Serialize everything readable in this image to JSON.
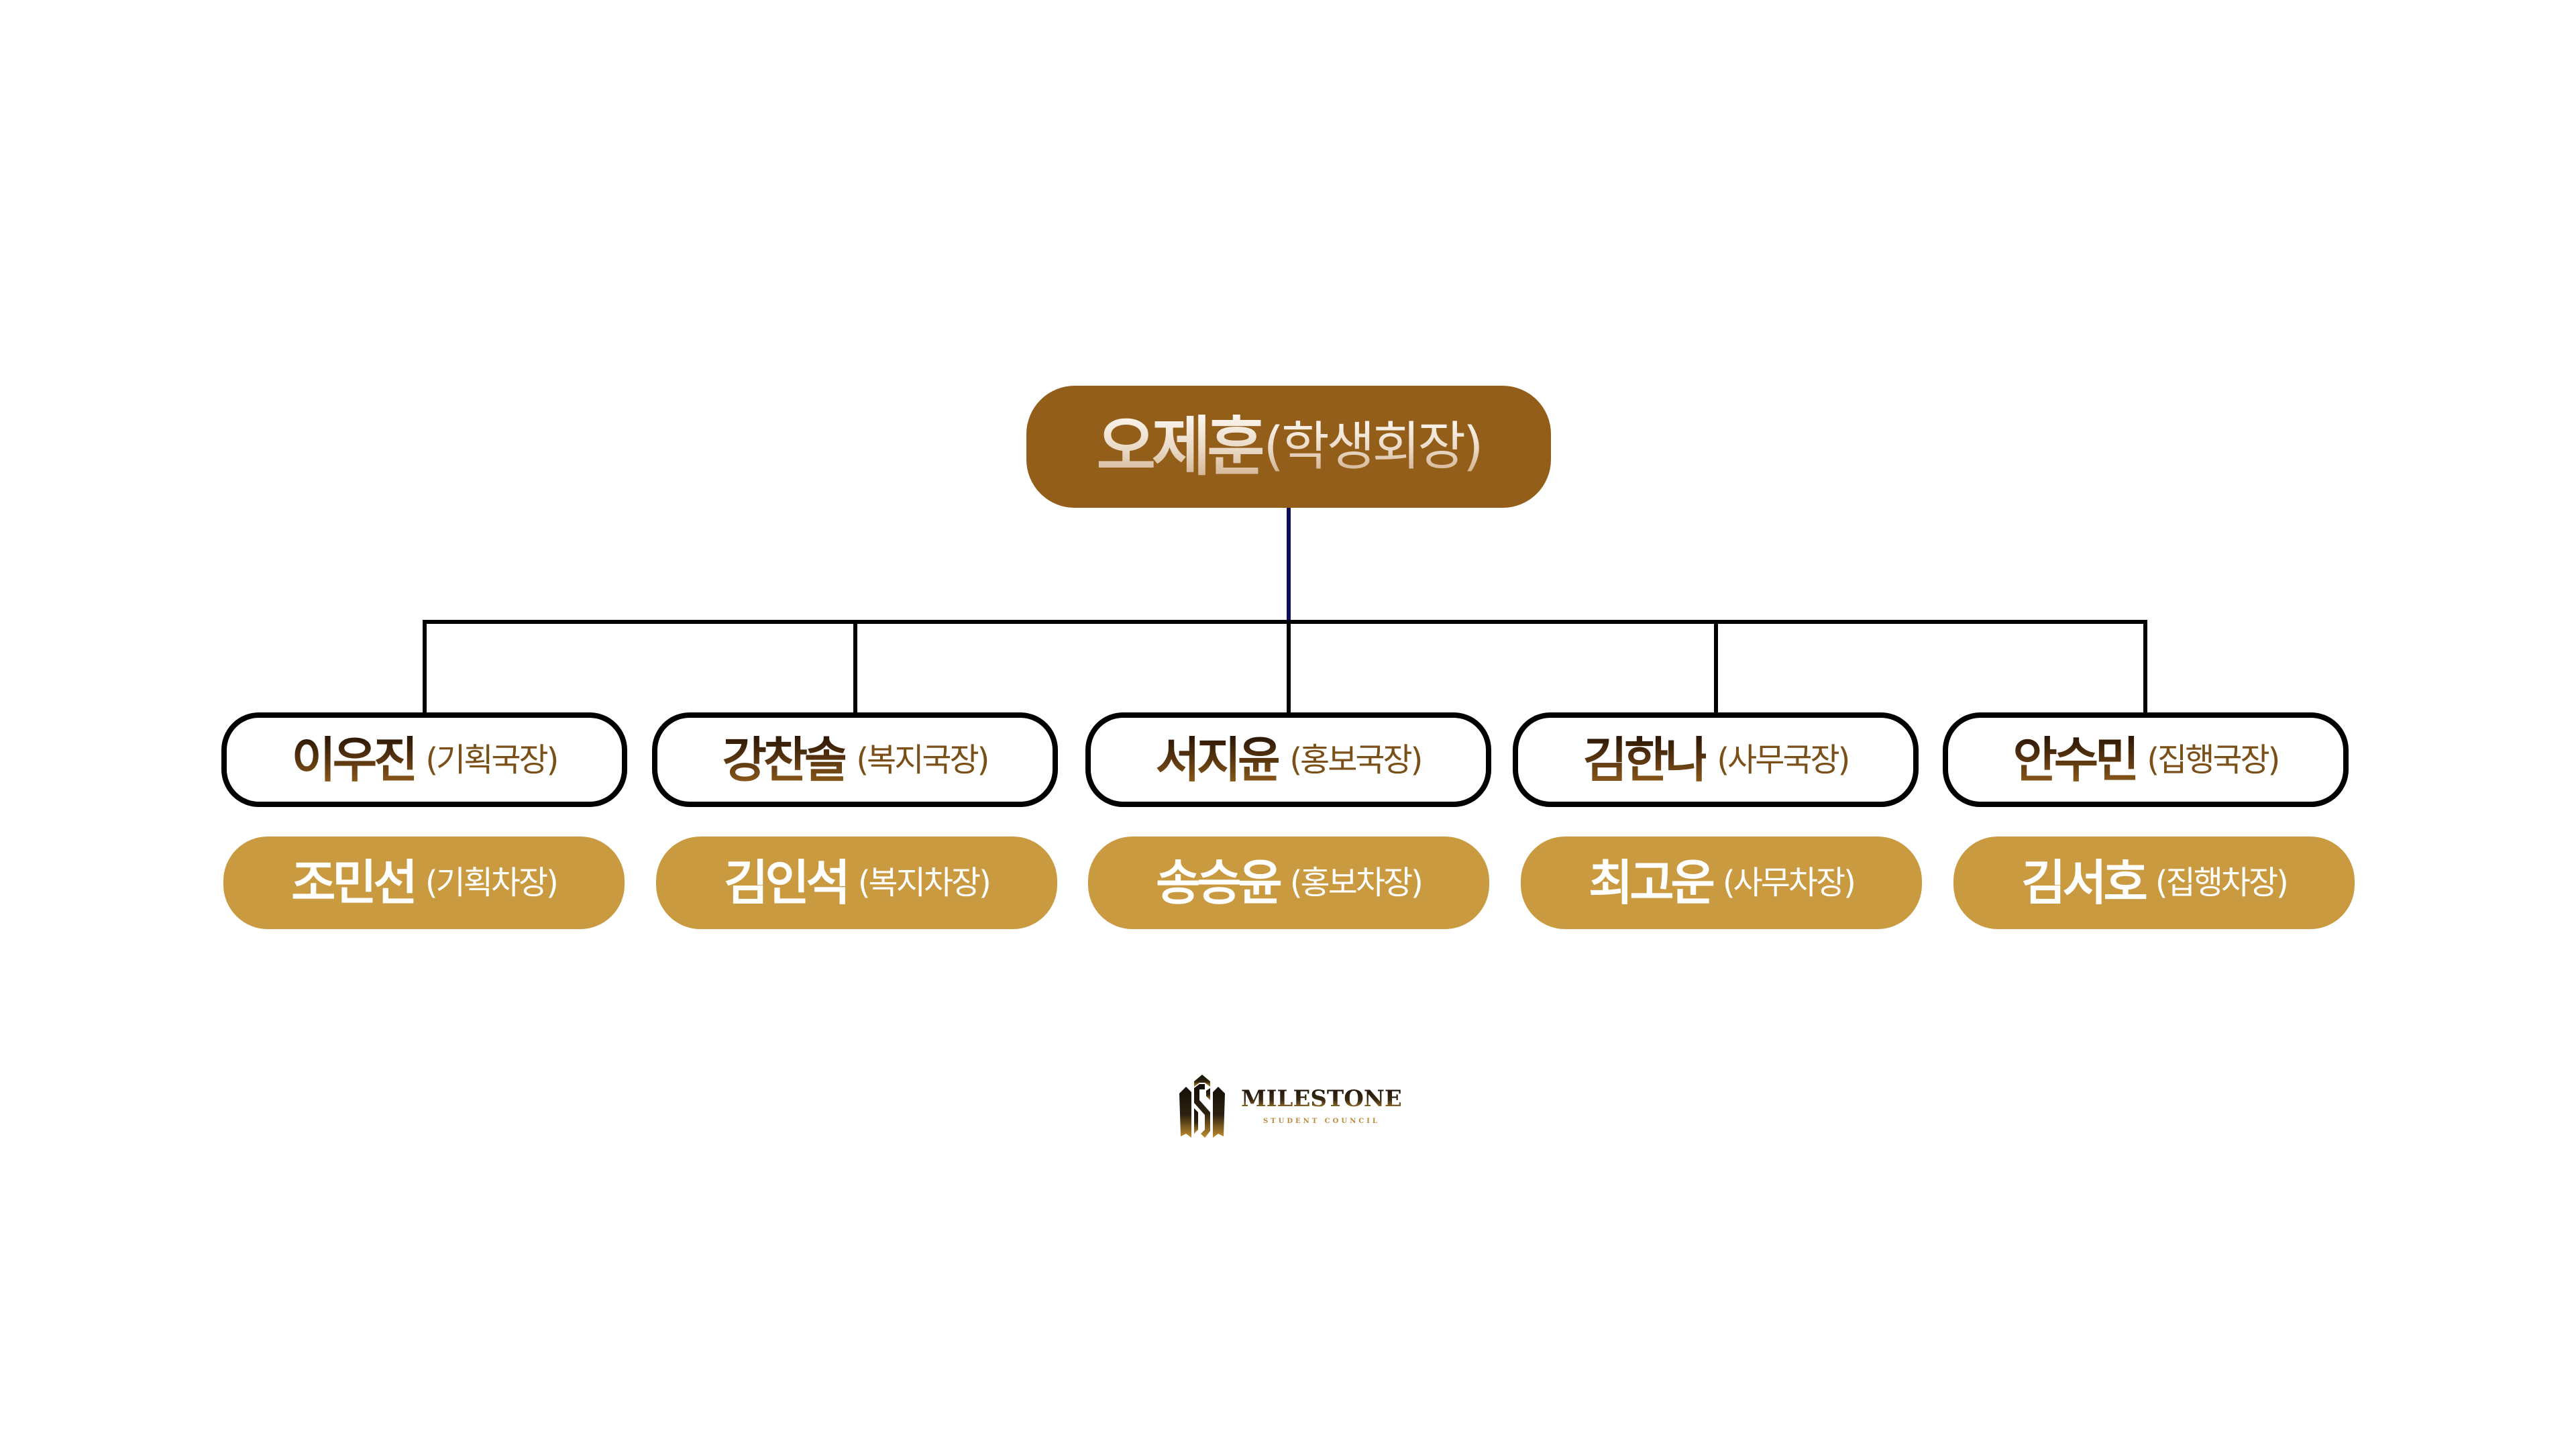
{
  "colors": {
    "president_box": "#925e1a",
    "director_border": "#000000",
    "deputy_box": "#c99a3f",
    "connector": "#000000",
    "connector_stem": "#0d0d5e",
    "logo_gold": "#b88a3a"
  },
  "president": {
    "name": "오제훈",
    "role": "(학생회장)"
  },
  "departments": [
    {
      "director": {
        "name": "이우진",
        "role": "(기획국장)"
      },
      "deputy": {
        "name": "조민선",
        "role": "(기획차장)"
      }
    },
    {
      "director": {
        "name": "강찬솔",
        "role": "(복지국장)"
      },
      "deputy": {
        "name": "김인석",
        "role": "(복지차장)"
      }
    },
    {
      "director": {
        "name": "서지윤",
        "role": "(홍보국장)"
      },
      "deputy": {
        "name": "송승윤",
        "role": "(홍보차장)"
      }
    },
    {
      "director": {
        "name": "김한나",
        "role": "(사무국장)"
      },
      "deputy": {
        "name": "최고운",
        "role": "(사무차장)"
      }
    },
    {
      "director": {
        "name": "안수민",
        "role": "(집행국장)"
      },
      "deputy": {
        "name": "김서호",
        "role": "(집행차장)"
      }
    }
  ],
  "logo": {
    "icon": "milestone-monogram-icon",
    "wordmark": "MILESTONE",
    "subtitle": "STUDENT COUNCIL"
  }
}
